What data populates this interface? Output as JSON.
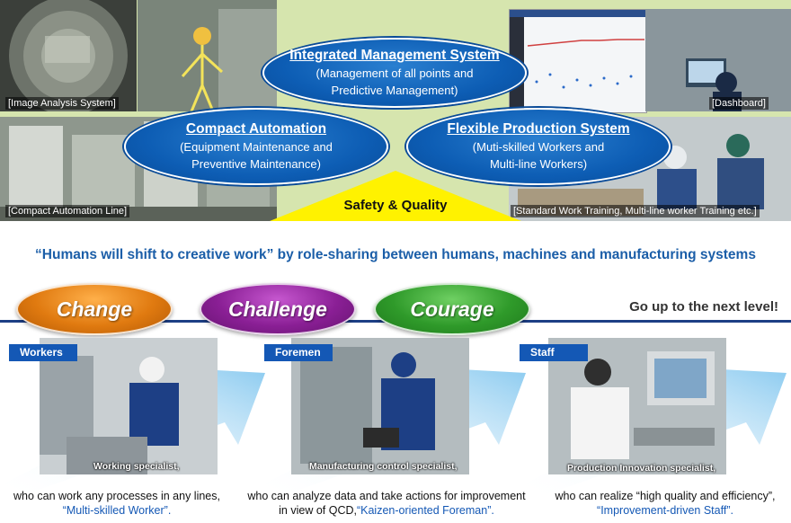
{
  "top": {
    "captions": {
      "image_analysis": "[Image Analysis System]",
      "dashboard": "[Dashboard]",
      "compact_line": "[Compact Automation Line]",
      "training": "[Standard Work Training, Multi-line worker Training etc.]"
    },
    "ellipses": {
      "integrated": {
        "title": "Integrated Management System",
        "line1": "(Management of all points and",
        "line2": "Predictive Management)"
      },
      "compact": {
        "title": "Compact Automation",
        "line1": "(Equipment Maintenance and",
        "line2": "Preventive Maintenance)"
      },
      "flexible": {
        "title": "Flexible Production System",
        "line1": "(Muti-skilled Workers and",
        "line2": "Multi-line Workers)"
      }
    },
    "safety_quality": "Safety & Quality"
  },
  "headline": "“Humans will shift to creative work” by role-sharing between humans, machines and manufacturing systems",
  "pills": {
    "change": "Change",
    "challenge": "Challenge",
    "courage": "Courage"
  },
  "next_level": "Go up to the next level!",
  "roles": [
    {
      "tag": "Workers",
      "specialist": "Working specialist,",
      "desc1": "who can work any processes in any lines,",
      "desc2": "“Multi-skilled Worker”."
    },
    {
      "tag": "Foremen",
      "specialist": "Manufacturing control specialist,",
      "desc1": "who can analyze data and take actions for improvement",
      "desc2_a": "in view of QCD,",
      "desc2_b": "“Kaizen-oriented Foreman”."
    },
    {
      "tag": "Staff",
      "specialist": "Production Innovation specialist,",
      "desc1": "who can realize “high quality and efficiency”,",
      "desc2": "“Improvement-driven Staff”."
    }
  ],
  "colors": {
    "accent_blue": "#1458b5",
    "change": "#e07a10",
    "challenge": "#8a1f95",
    "courage": "#2f9a2a",
    "background_green": "#d6e5ae"
  }
}
